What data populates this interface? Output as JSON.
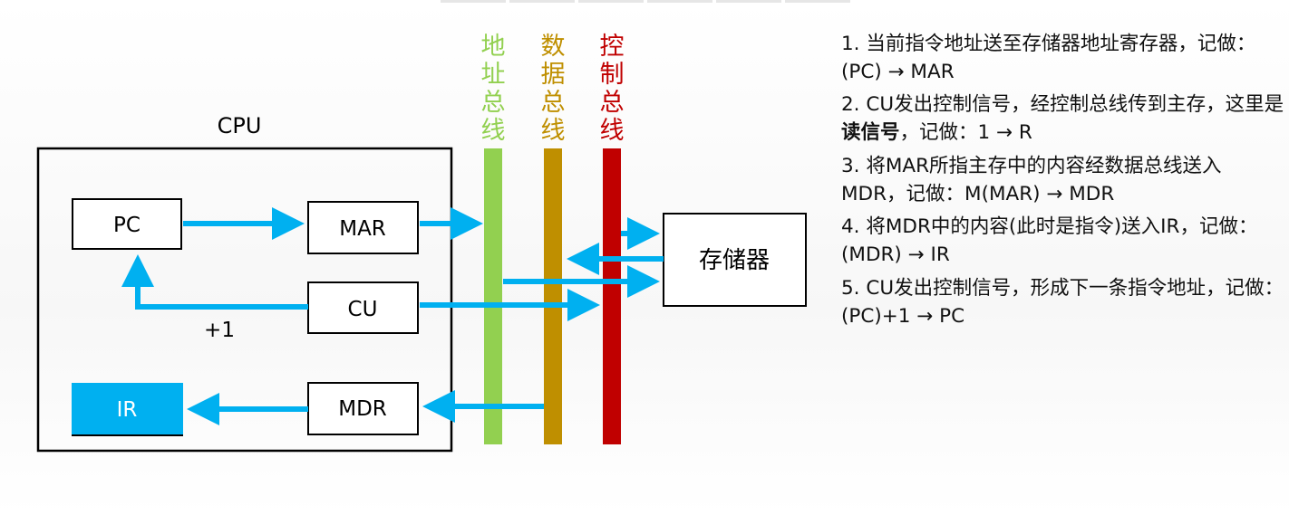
{
  "cpu": {
    "title": "CPU",
    "registers": {
      "pc": "PC",
      "mar": "MAR",
      "cu": "CU",
      "ir": "IR",
      "mdr": "MDR"
    },
    "increment_label": "+1"
  },
  "memory": {
    "label": "存储器"
  },
  "buses": [
    {
      "label": "地址总线",
      "chars": [
        "地",
        "址",
        "总",
        "线"
      ],
      "color": "#92d050"
    },
    {
      "label": "数据总线",
      "chars": [
        "数",
        "据",
        "总",
        "线"
      ],
      "color": "#bf8f00"
    },
    {
      "label": "控制总线",
      "chars": [
        "控",
        "制",
        "总",
        "线"
      ],
      "color": "#c00000"
    }
  ],
  "colors": {
    "arrow": "#00b0f0",
    "ir_fill": "#00b0f0",
    "box_stroke": "#000000"
  },
  "steps": [
    {
      "text_before": "1. 当前指令地址送至存储器地址寄存器，记做：(PC) → MAR",
      "bold": "",
      "text_after": ""
    },
    {
      "text_before": "2. CU发出控制信号，经控制总线传到主存，这里是",
      "bold": "读信号",
      "text_after": "，记做：1 → R"
    },
    {
      "text_before": "3. 将MAR所指主存中的内容经数据总线送入MDR，记做：M(MAR) → MDR",
      "bold": "",
      "text_after": ""
    },
    {
      "text_before": "4. 将MDR中的内容(此时是指令)送入IR，记做：(MDR) → IR",
      "bold": "",
      "text_after": ""
    },
    {
      "text_before": "5. CU发出控制信号，形成下一条指令地址，记做：(PC)+1 → PC",
      "bold": "",
      "text_after": ""
    }
  ]
}
